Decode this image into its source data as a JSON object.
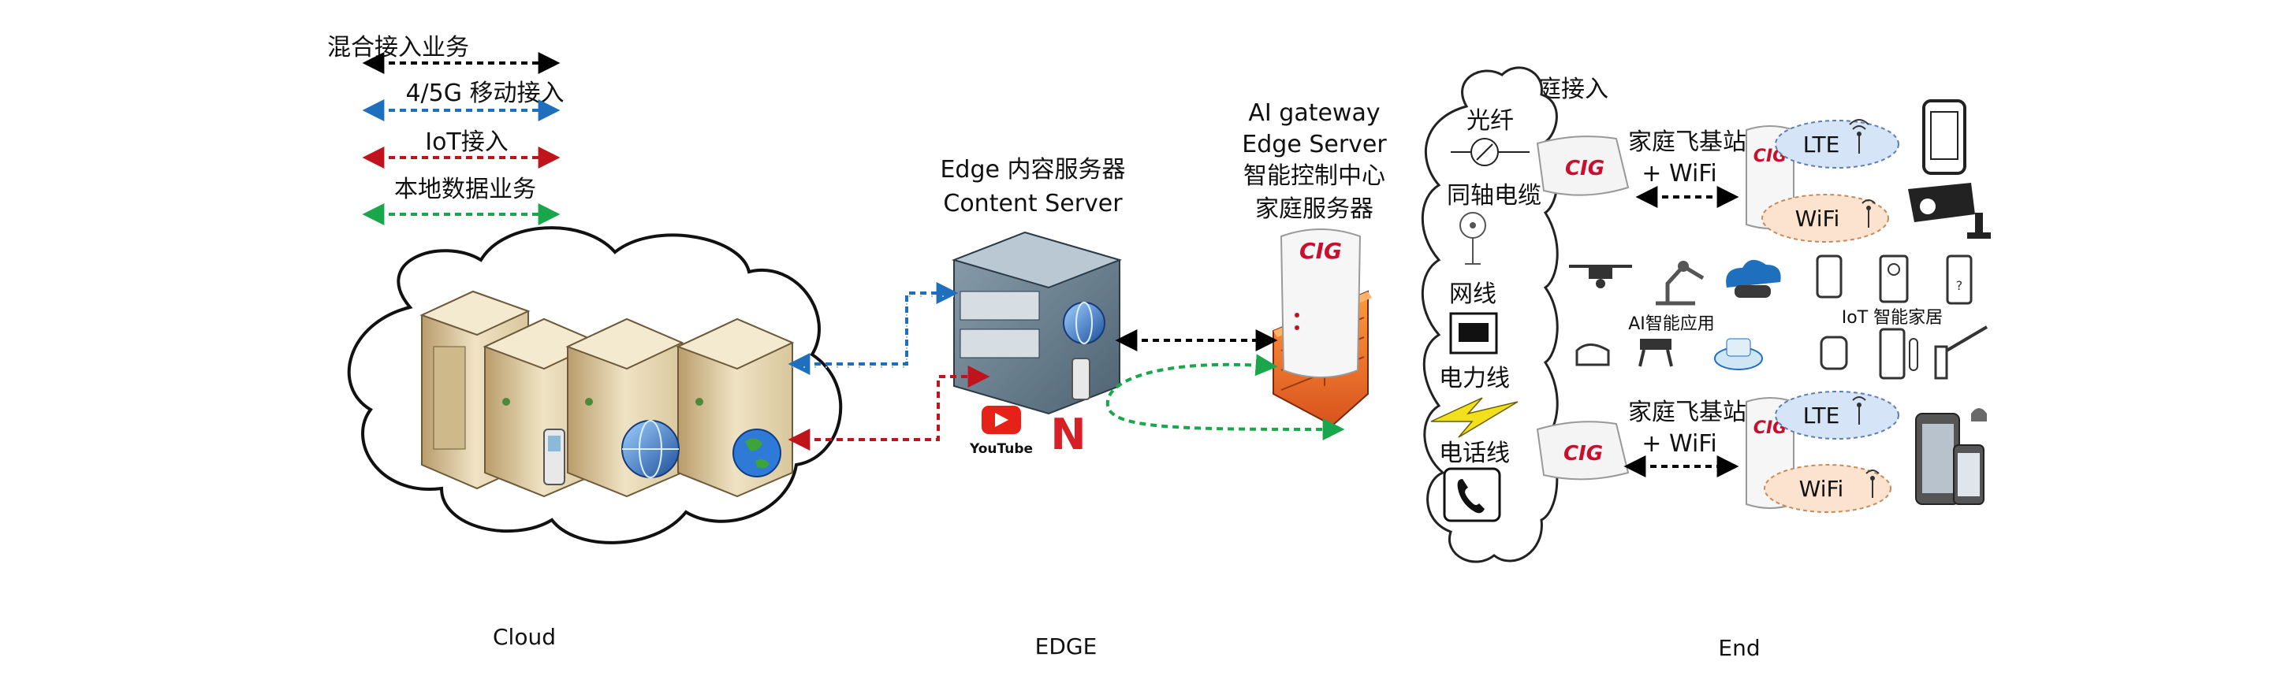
{
  "legend": [
    {
      "label": "混合接入业务",
      "color": "#000000"
    },
    {
      "label": "4/5G 移动接入",
      "color": "#1f6fbf"
    },
    {
      "label": "IoT接入",
      "color": "#c0141c"
    },
    {
      "label": "本地数据业务",
      "color": "#1aa64a"
    }
  ],
  "sections": {
    "cloud": "Cloud",
    "edge": "EDGE",
    "end": "End"
  },
  "edge_server": {
    "line1": "Edge 内容服务器",
    "line2": "Content Server"
  },
  "gateway": {
    "line1": "AI gateway",
    "line2": "Edge Server",
    "line3": "智能控制中心",
    "line4": "家庭服务器"
  },
  "home_access": {
    "title": "家庭接入",
    "media": [
      "光纤",
      "同轴电缆",
      "网线",
      "电力线",
      "电话线"
    ]
  },
  "femto": [
    {
      "line1": "家庭飞基站",
      "line2": "+ WiFi",
      "lte": "LTE",
      "wifi": "WiFi"
    },
    {
      "line1": "家庭飞基站",
      "line2": "+ WiFi",
      "lte": "LTE",
      "wifi": "WiFi"
    }
  ],
  "apps": {
    "ai": "AI智能应用",
    "iot": "IoT 智能家居"
  },
  "brand": "CIG",
  "media_logos": {
    "youtube": "YouTube",
    "netflix": "N"
  },
  "colors": {
    "blue": "#1f6fbf",
    "red": "#c0141c",
    "green": "#1aa64a",
    "black": "#000000",
    "lte_bg": "#d6e4f7",
    "wifi_bg": "#fbe3cf"
  }
}
